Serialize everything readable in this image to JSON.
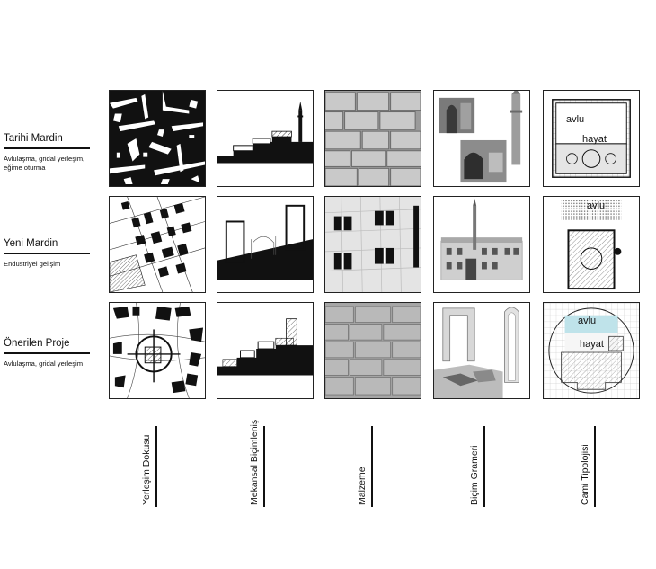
{
  "rows": [
    {
      "title": "Tarihi Mardin",
      "subtitle": "Avlulaşma, gridal yerleşim, eğime oturma"
    },
    {
      "title": "Yeni Mardin",
      "subtitle": "Endüstriyel gelişim"
    },
    {
      "title": "Önerilen Proje",
      "subtitle": "Avlulaşma, gridal yerleşim"
    }
  ],
  "columns": [
    {
      "label": "Yerleşim Dokusu"
    },
    {
      "label": "Mekansal Biçimleniş"
    },
    {
      "label": "Malzeme"
    },
    {
      "label": "Biçim Grameri"
    },
    {
      "label": "Cami Tipolojisi"
    }
  ],
  "plan_labels": {
    "r1_avlu": "avlu",
    "r1_hayat": "hayat",
    "r2_avlu": "avlu",
    "r3_avlu": "avlu",
    "r3_hayat": "hayat"
  }
}
